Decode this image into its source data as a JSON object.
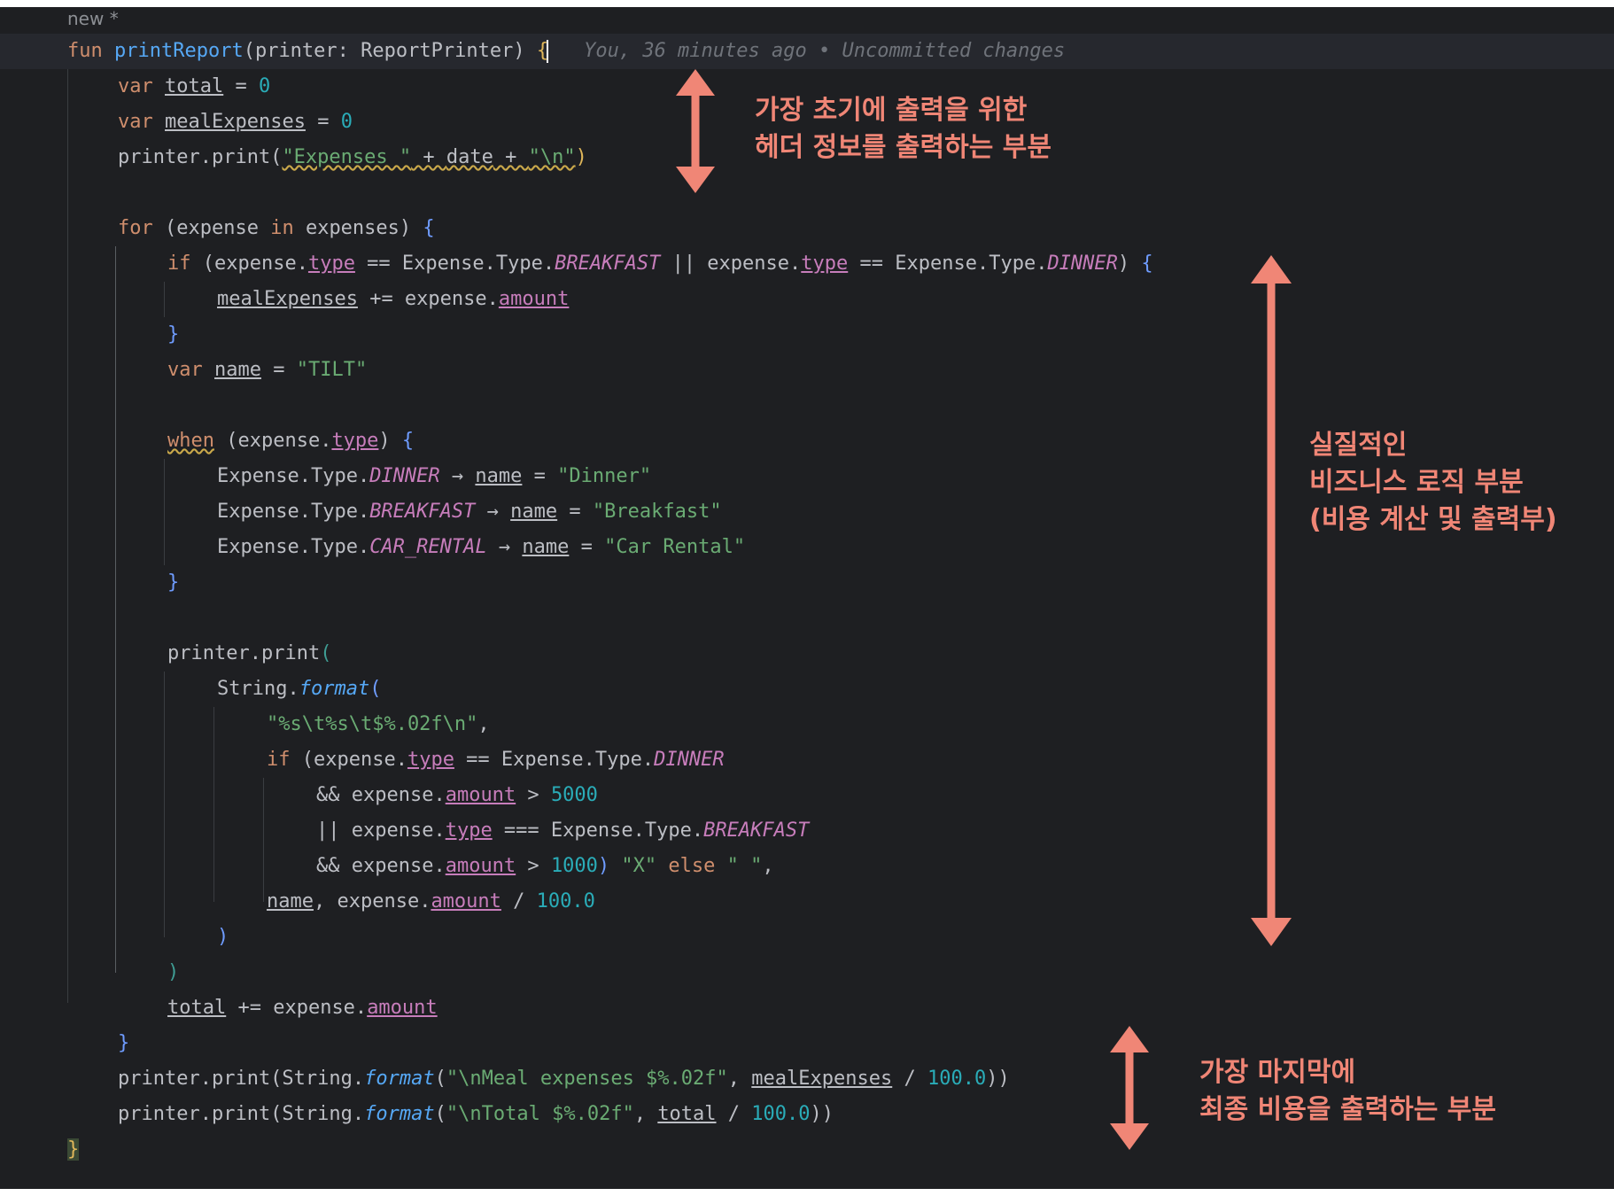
{
  "tab": {
    "label": "new *"
  },
  "gutter_hint": "You, 36 minutes ago • Uncommitted changes",
  "code": {
    "l1": {
      "kw": "fun",
      "fname": "printReport",
      "params": "(printer: ReportPrinter) ",
      "brace": "{"
    },
    "l2": {
      "kw": "var",
      "name": "total",
      "eq": " = ",
      "num": "0"
    },
    "l3": {
      "kw": "var",
      "name": "mealExpenses",
      "eq": " = ",
      "num": "0"
    },
    "l4": {
      "pre": "printer.print(",
      "s1": "\"Expenses \"",
      "mid": " + ",
      "date": "date",
      "mid2": " + ",
      "s2": "\"\\n\"",
      "close": ")"
    },
    "l6": {
      "kw": "for",
      "open": " (expense ",
      "kw2": "in",
      "col": " expenses",
      "close": ") ",
      "brace": "{"
    },
    "l7": {
      "kw": "if",
      "p": " (expense.",
      "type": "type",
      "op": " == Expense.Type.",
      "e1": "BREAKFAST",
      "or": " || expense.",
      "type2": "type",
      "op2": " == Expense.Type.",
      "e2": "DINNER",
      "close": ") ",
      "brace": "{"
    },
    "l8": {
      "name": "mealExpenses",
      "op": " += expense.",
      "prop": "amount"
    },
    "l9": {
      "brace": "}"
    },
    "l10": {
      "kw": "var",
      "name": "name",
      "eq": " = ",
      "str": "\"TILT\""
    },
    "l12": {
      "kw": "when",
      "p": " (expense.",
      "type": "type",
      "close": ") ",
      "brace": "{"
    },
    "l13": {
      "pre": "Expense.Type.",
      "e": "DINNER",
      "arrow": " → ",
      "name": "name",
      "eq": " = ",
      "str": "\"Dinner\""
    },
    "l14": {
      "pre": "Expense.Type.",
      "e": "BREAKFAST",
      "arrow": " → ",
      "name": "name",
      "eq": " = ",
      "str": "\"Breakfast\""
    },
    "l15": {
      "pre": "Expense.Type.",
      "e": "CAR_RENTAL",
      "arrow": " → ",
      "name": "name",
      "eq": " = ",
      "str": "\"Car Rental\""
    },
    "l16": {
      "brace": "}"
    },
    "l18": {
      "pre": "printer.print",
      "open": "("
    },
    "l19": {
      "pre": "String.",
      "fmt": "format",
      "open": "("
    },
    "l20": {
      "str": "\"%s\\t%s\\t$%.02f\\n\"",
      "comma": ","
    },
    "l21": {
      "kw": "if",
      "p": " (expense.",
      "type": "type",
      "op": " == Expense.Type.",
      "e": "DINNER"
    },
    "l22": {
      "pre": "&& expense.",
      "prop": "amount",
      "op": " > ",
      "num": "5000"
    },
    "l23": {
      "pre": "|| expense.",
      "prop": "type",
      "op": " === Expense.Type.",
      "e": "BREAKFAST"
    },
    "l24": {
      "pre": "&& expense.",
      "prop": "amount",
      "op": " > ",
      "num": "1000",
      "close": ") ",
      "s1": "\"X\"",
      "kw": " else ",
      "s2": "\" \"",
      "comma": ","
    },
    "l25": {
      "name": "name",
      "pre": ", expense.",
      "prop": "amount",
      "op": " / ",
      "num": "100.0"
    },
    "l26": {
      "close": ")"
    },
    "l27": {
      "close": ")"
    },
    "l28": {
      "name": "total",
      "op": " += expense.",
      "prop": "amount"
    },
    "l29": {
      "brace": "}"
    },
    "l30": {
      "pre": "printer.print(String.",
      "fmt": "format",
      "open": "(",
      "str": "\"\\nMeal expenses $%.02f\"",
      "comma": ", ",
      "name": "mealExpenses",
      "op": " / ",
      "num": "100.0",
      "close": "))"
    },
    "l31": {
      "pre": "printer.print(String.",
      "fmt": "format",
      "open": "(",
      "str": "\"\\nTotal $%.02f\"",
      "comma": ", ",
      "name": "total",
      "op": " / ",
      "num": "100.0",
      "close": "))"
    },
    "l32": {
      "brace": "}"
    }
  },
  "annotations": {
    "header": [
      "가장 초기에 출력을 위한",
      "헤더 정보를 출력하는 부분"
    ],
    "logic": [
      "실질적인",
      "비즈니스 로직 부분",
      "(비용 계산 및 출력부)"
    ],
    "footer": [
      "가장 마지막에",
      "최종 비용을 출력하는 부분"
    ]
  },
  "colors": {
    "background": "#1e1f22",
    "keyword": "#cf8e6d",
    "function": "#56a8f5",
    "string": "#6aab73",
    "number": "#2aacb8",
    "enum": "#c77dbb",
    "annotation": "#f08676"
  }
}
